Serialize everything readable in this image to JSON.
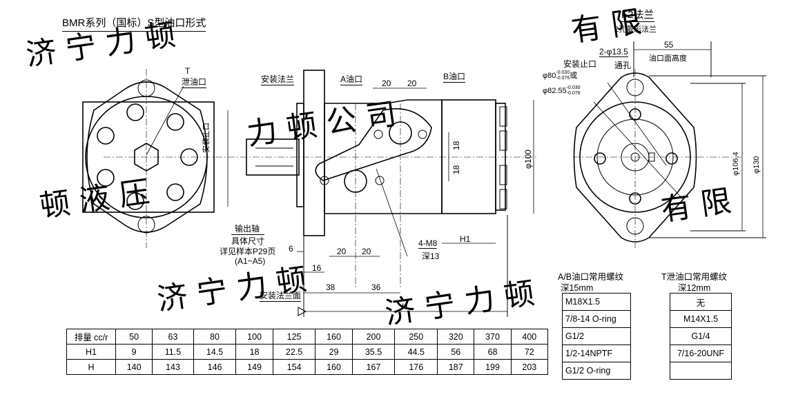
{
  "title": "BMR系列（国标）S型油口形式",
  "flange": {
    "title": "F2法兰",
    "subtitle": "2孔菱形法兰"
  },
  "labels": {
    "t_port_letter": "T",
    "t_port": "泄油口",
    "mount_flange": "安装法兰",
    "a_port": "A油口",
    "b_port": "B油口",
    "mount_spigot_vertical": "安装止口",
    "output_shaft": "输出轴",
    "shaft_spec": "具体尺寸",
    "shaft_ref": "详见样本P29页",
    "shaft_models": "(A1~A5)",
    "threads": "4-M8",
    "thread_depth": "深13",
    "mount_face": "安装法兰面",
    "spigot": "安装止口",
    "phi80": "φ80",
    "phi80_tol_up": "-0.030",
    "phi80_tol_lo": "-0.076",
    "or": "或",
    "phi82": "φ82.55",
    "phi82_tol_up": "-0.030",
    "phi82_tol_lo": "-0.076",
    "holes": "2-φ13.5",
    "through": "通孔",
    "port_height": "油口面高度"
  },
  "dims": {
    "d20a": "20",
    "d20b": "20",
    "d18a": "18",
    "d18b": "18",
    "d100": "φ100",
    "d6": "6",
    "d16": "16",
    "d20c": "20",
    "d20d": "20",
    "d38": "38",
    "d36": "36",
    "h1": "H1",
    "h": "H",
    "d55": "55",
    "d1064": "φ106.4",
    "d130": "φ130"
  },
  "ab_table": {
    "title": "A/B油口常用螺纹",
    "subtitle": "深15mm",
    "rows": [
      "M18X1.5",
      "7/8-14 O-ring",
      "G1/2",
      "1/2-14NPTF",
      "G1/2 O-ring"
    ]
  },
  "t_table": {
    "title": "T泄油口常用螺纹",
    "subtitle": "深12mm",
    "rows": [
      "无",
      "M14X1.5",
      "G1/4",
      "7/16-20UNF",
      ""
    ]
  },
  "displacement_table": {
    "header": "排量 cc/r",
    "displacements": [
      "50",
      "63",
      "80",
      "100",
      "125",
      "160",
      "200",
      "250",
      "320",
      "370",
      "400"
    ],
    "rows": [
      {
        "label": "H1",
        "values": [
          "9",
          "11.5",
          "14.5",
          "18",
          "22.5",
          "29",
          "35.5",
          "44.5",
          "56",
          "68",
          "72"
        ]
      },
      {
        "label": "H",
        "values": [
          "140",
          "143",
          "146",
          "149",
          "154",
          "160",
          "167",
          "176",
          "187",
          "199",
          "203"
        ]
      }
    ]
  }
}
